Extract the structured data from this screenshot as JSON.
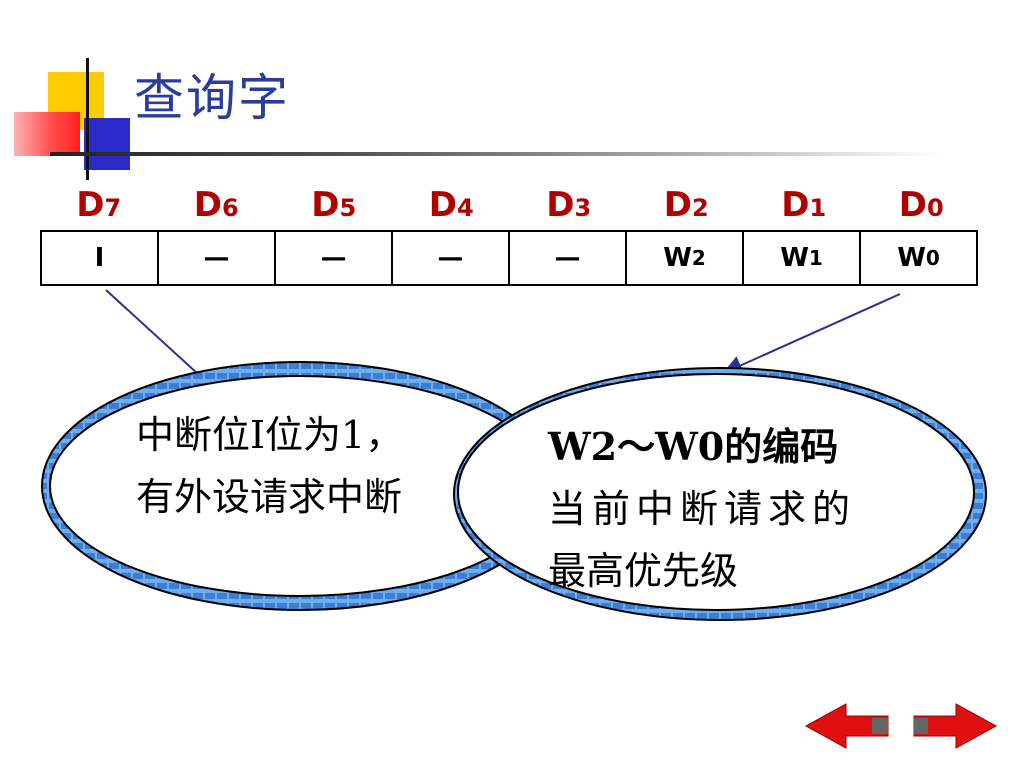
{
  "slide": {
    "title": "查询字"
  },
  "bit_labels": [
    {
      "main": "D",
      "sub": "7"
    },
    {
      "main": "D",
      "sub": "6"
    },
    {
      "main": "D",
      "sub": "5"
    },
    {
      "main": "D",
      "sub": "4"
    },
    {
      "main": "D",
      "sub": "3"
    },
    {
      "main": "D",
      "sub": "2"
    },
    {
      "main": "D",
      "sub": "1"
    },
    {
      "main": "D",
      "sub": "0"
    }
  ],
  "register_cells": [
    {
      "main": "I",
      "sub": ""
    },
    {
      "main": "—",
      "sub": ""
    },
    {
      "main": "—",
      "sub": ""
    },
    {
      "main": "—",
      "sub": ""
    },
    {
      "main": "—",
      "sub": ""
    },
    {
      "main": "W",
      "sub": "2"
    },
    {
      "main": "W",
      "sub": "1"
    },
    {
      "main": "W",
      "sub": "0"
    }
  ],
  "left_callout": {
    "line1": "中断位I位为1，",
    "line2": "有外设请求中断"
  },
  "right_callout": {
    "line1": "W2～W0的编码",
    "line2": "当前中断请求的",
    "line3": "最高优先级"
  },
  "nav": {
    "back_icon": "red-left-arrow-icon",
    "forward_icon": "red-right-arrow-icon"
  },
  "colors": {
    "title": "#2b3c9c",
    "bit_label": "#b00000",
    "frame_blue": "#3a7ed8",
    "nav_arrow": "#e01010"
  }
}
